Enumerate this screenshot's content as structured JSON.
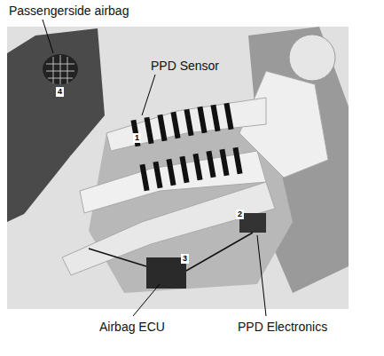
{
  "diagram": {
    "labels": [
      "Passengerside airbag",
      "PPD Sensor",
      "4",
      "1",
      "2",
      "3",
      "Airbag ECU",
      "PPD Electronics"
    ]
  }
}
